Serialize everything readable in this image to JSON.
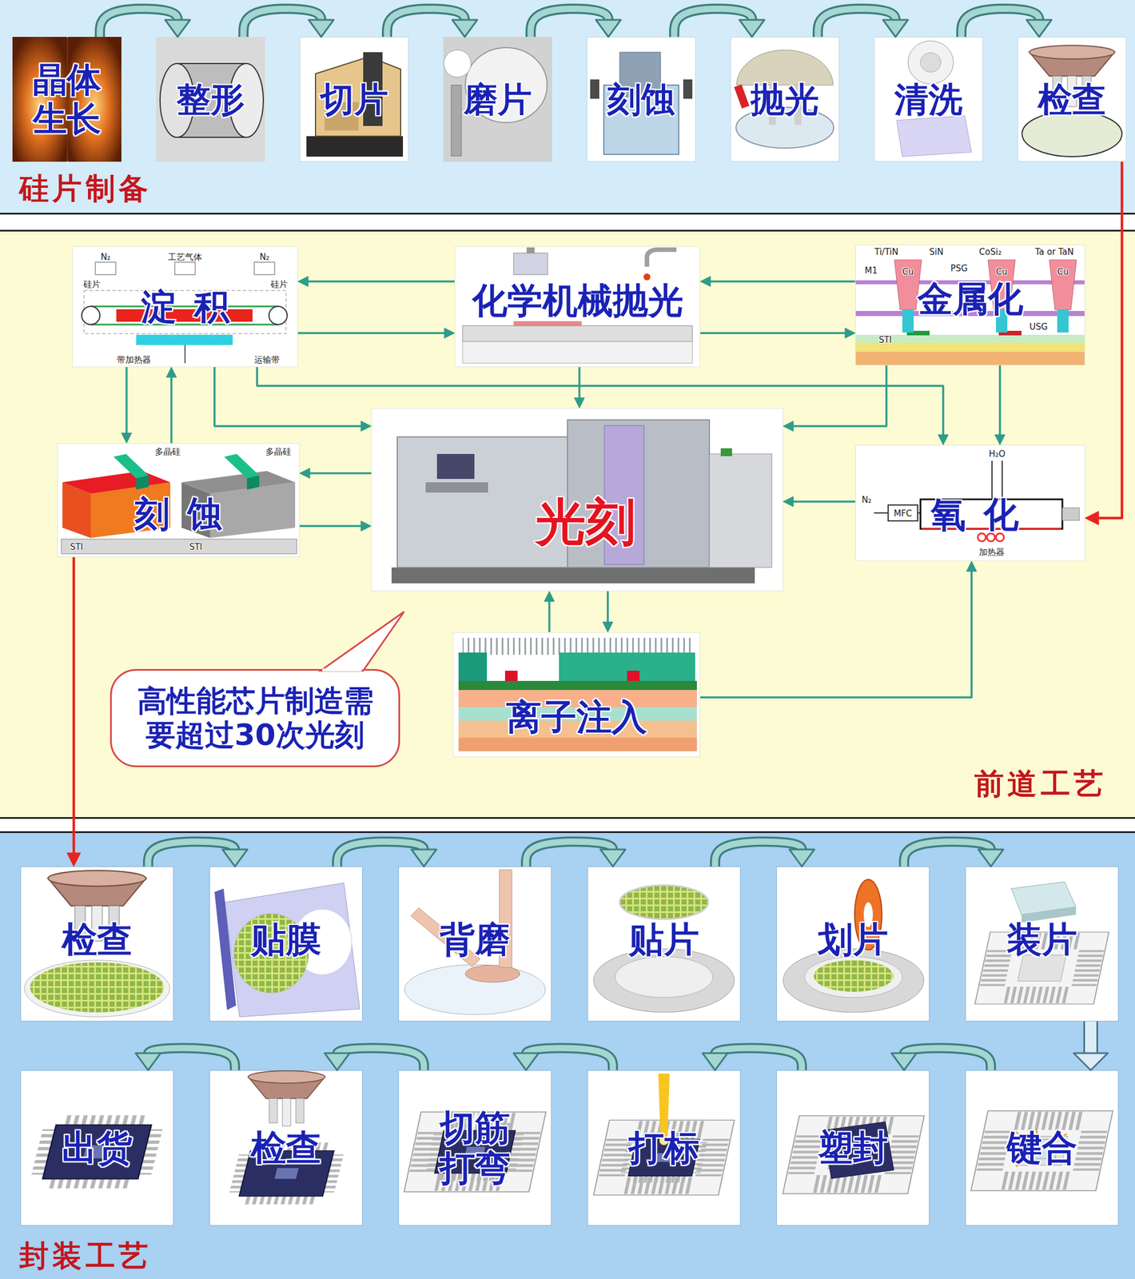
{
  "diagram": {
    "nodes": [
      {
        "text": [
          "硅片制备"
        ]
      },
      {
        "text": [
          "晶体生长"
        ],
        "in": 0
      },
      {
        "text": [
          "整形"
        ],
        "in": 0
      },
      {
        "text": [
          "切片"
        ],
        "in": 0
      },
      {
        "text": [
          "磨片"
        ],
        "in": 0
      },
      {
        "text": [
          "刻蚀"
        ],
        "in": 0
      },
      {
        "text": [
          "抛光"
        ],
        "in": 0
      },
      {
        "text": [
          "清洗"
        ],
        "in": 0
      },
      {
        "text": [
          "检查"
        ],
        "in": 0
      },
      {
        "text": [
          "前道工艺"
        ]
      },
      {
        "text": [
          "淀积"
        ],
        "in": 9
      },
      {
        "text": [
          "化学机械抛光"
        ],
        "in": 9
      },
      {
        "text": [
          "金属化"
        ],
        "in": 9
      },
      {
        "text": [
          "刻蚀"
        ],
        "in": 9
      },
      {
        "text": [
          "光刻"
        ],
        "in": 9
      },
      {
        "text": [
          "氧化"
        ],
        "in": 9
      },
      {
        "text": [
          "离子注入"
        ],
        "in": 9
      },
      {
        "text": [
          "高性能芯片制造需要超过30次光刻"
        ],
        "in": 9
      },
      {
        "text": [
          "封装工艺"
        ]
      },
      {
        "text": [
          "检查"
        ],
        "in": 18
      },
      {
        "text": [
          "贴膜"
        ],
        "in": 18
      },
      {
        "text": [
          "背磨"
        ],
        "in": 18
      },
      {
        "text": [
          "贴片"
        ],
        "in": 18
      },
      {
        "text": [
          "划片"
        ],
        "in": 18
      },
      {
        "text": [
          "装片"
        ],
        "in": 18
      },
      {
        "text": [
          "出货"
        ],
        "in": 18
      },
      {
        "text": [
          "检查"
        ],
        "in": 18
      },
      {
        "text": [
          "切筋打弯"
        ],
        "in": 18
      },
      {
        "text": [
          "打标"
        ],
        "in": 18
      },
      {
        "text": [
          "塑封"
        ],
        "in": 18
      },
      {
        "text": [
          "键合"
        ],
        "in": 18
      }
    ],
    "edges": [
      {
        "from": 1,
        "to": 2,
        "arrow": "to"
      },
      {
        "from": 2,
        "to": 3,
        "arrow": "to"
      },
      {
        "from": 3,
        "to": 4,
        "arrow": "to"
      },
      {
        "from": 4,
        "to": 5,
        "arrow": "to"
      },
      {
        "from": 5,
        "to": 6,
        "arrow": "to"
      },
      {
        "from": 6,
        "to": 7,
        "arrow": "to"
      },
      {
        "from": 7,
        "to": 8,
        "arrow": "to"
      },
      {
        "from": 8,
        "to": 15,
        "arrow": "to"
      },
      {
        "from": 11,
        "to": 10,
        "arrow": "to"
      },
      {
        "from": 10,
        "to": 11,
        "arrow": "to"
      },
      {
        "from": 12,
        "to": 11,
        "arrow": "to"
      },
      {
        "from": 11,
        "to": 12,
        "arrow": "to"
      },
      {
        "from": 10,
        "to": 13,
        "arrow": "to"
      },
      {
        "from": 13,
        "to": 10,
        "arrow": "to"
      },
      {
        "from": 10,
        "to": 14,
        "arrow": "to"
      },
      {
        "from": 10,
        "to": 15,
        "arrow": "to"
      },
      {
        "from": 11,
        "to": 14,
        "arrow": "to"
      },
      {
        "from": 12,
        "to": 14,
        "arrow": "to"
      },
      {
        "from": 12,
        "to": 15,
        "arrow": "to"
      },
      {
        "from": 14,
        "to": 13,
        "arrow": "to"
      },
      {
        "from": 13,
        "to": 14,
        "arrow": "to"
      },
      {
        "from": 15,
        "to": 14,
        "arrow": "to"
      },
      {
        "from": 14,
        "to": 16,
        "arrow": "to"
      },
      {
        "from": 16,
        "to": 14,
        "arrow": "to"
      },
      {
        "from": 16,
        "to": 15,
        "arrow": "to"
      },
      {
        "from": 13,
        "to": 19,
        "arrow": "to"
      },
      {
        "from": 19,
        "to": 20,
        "arrow": "to"
      },
      {
        "from": 20,
        "to": 21,
        "arrow": "to"
      },
      {
        "from": 21,
        "to": 22,
        "arrow": "to"
      },
      {
        "from": 22,
        "to": 23,
        "arrow": "to"
      },
      {
        "from": 23,
        "to": 24,
        "arrow": "to"
      },
      {
        "from": 24,
        "to": 30,
        "arrow": "to"
      },
      {
        "from": 30,
        "to": 29,
        "arrow": "to"
      },
      {
        "from": 29,
        "to": 28,
        "arrow": "to"
      },
      {
        "from": 28,
        "to": 27,
        "arrow": "to"
      },
      {
        "from": 27,
        "to": 26,
        "arrow": "to"
      },
      {
        "from": 26,
        "to": 25,
        "arrow": "to"
      }
    ],
    "labels": [
      "N₂",
      "工艺气体",
      "N₂",
      "硅片",
      "硅片",
      "带加热器",
      "运输带",
      "Ti/TiN",
      "SiN",
      "CoSi₂",
      "Ta or TaN",
      "M1",
      "Cu",
      "PSG",
      "Cu",
      "Cu",
      "STI",
      "USG",
      "多晶硅",
      "多晶硅",
      "STI",
      "STI",
      "H₂O",
      "N₂",
      "MFC",
      "加热器"
    ]
  }
}
